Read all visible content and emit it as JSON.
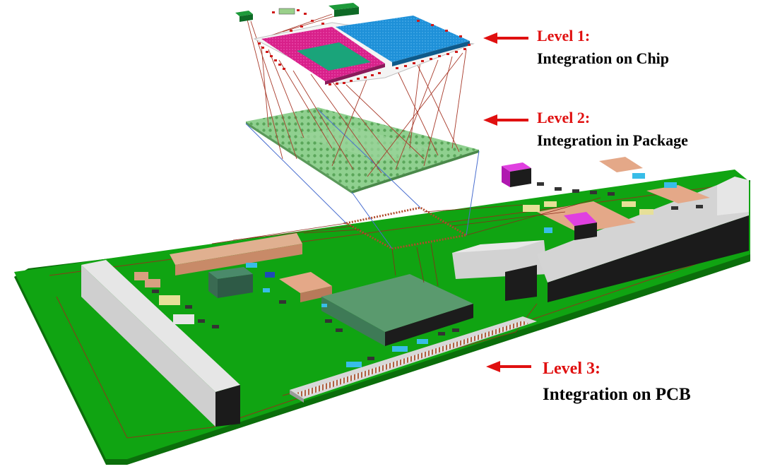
{
  "levels": [
    {
      "id": "chip",
      "title": "Level 1:",
      "description": "Integration on Chip"
    },
    {
      "id": "package",
      "title": "Level 2:",
      "description": "Integration in Package"
    },
    {
      "id": "pcb",
      "title": "Level 3:",
      "description": "Integration on PCB"
    }
  ],
  "colors": {
    "label_accent": "#e01010",
    "label_text": "#000000",
    "board": "#0fa00f",
    "board_edge": "#0b6e0b",
    "package_substrate": "#86c98a",
    "die_magenta": "#d8208a",
    "die_blue": "#1e90d8",
    "die_green": "#1aa47a",
    "bond_wire": "#a83a2a",
    "package_leads": "#4a6fd0",
    "connector": "#c8c8c8",
    "component_tan": "#d59a78",
    "component_magenta": "#d020c0",
    "component_cyan": "#30b8e0",
    "component_yellow": "#e8e098"
  }
}
